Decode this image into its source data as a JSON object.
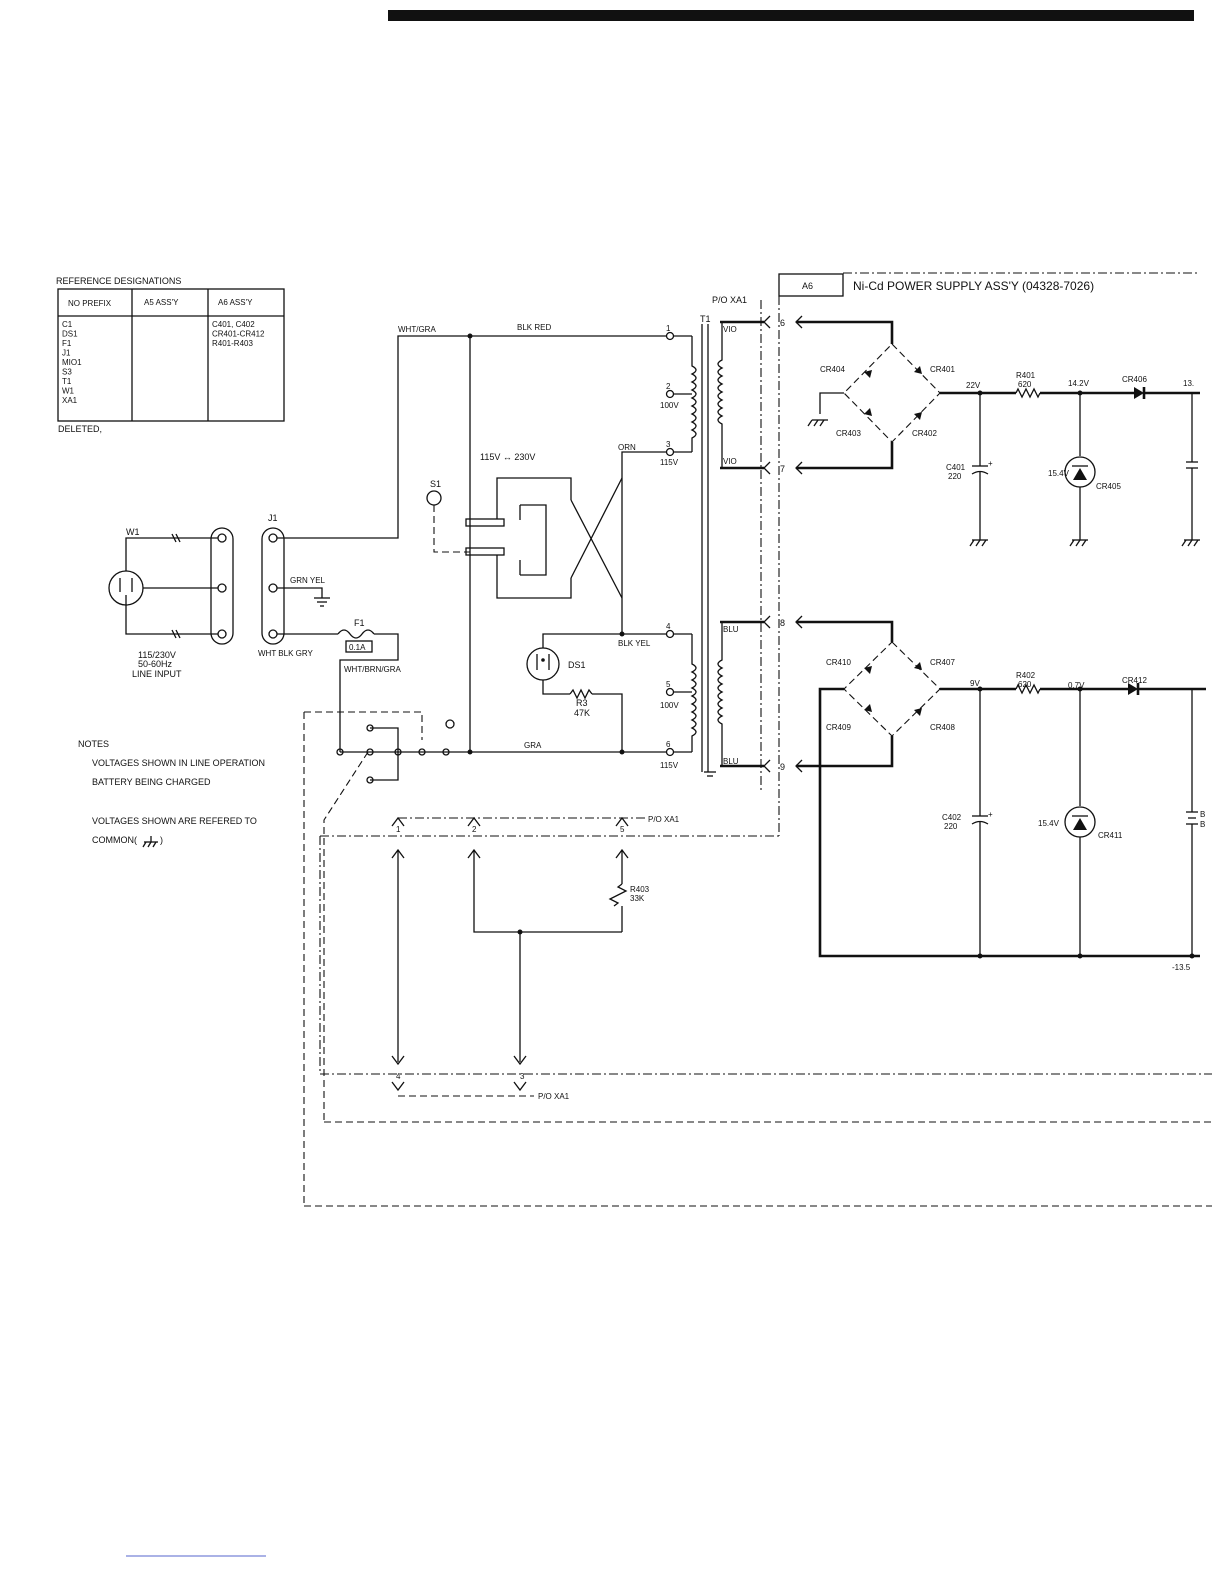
{
  "reference_designations": {
    "title": "REFERENCE DESIGNATIONS",
    "col_prefix": "NO PREFIX",
    "col_a5": "A5 ASS'Y",
    "col_a6": "A6 ASS'Y",
    "prefix_items": [
      "C1",
      "DS1",
      "F1",
      "J1",
      "MIO1",
      "S3",
      "T1",
      "W1",
      "XA1"
    ],
    "a6_items": [
      "C401, C402",
      "CR401-CR412",
      "R401-R403"
    ],
    "footer": "DELETED,"
  },
  "assembly": {
    "box_label": "A6",
    "title": "Ni-Cd POWER SUPPLY ASS'Y (04328-7026)",
    "connector_top": "P/O XA1"
  },
  "notes": {
    "heading": "NOTES",
    "line1": "VOLTAGES SHOWN IN LINE OPERATION",
    "line2": "BATTERY BEING CHARGED",
    "line3": "VOLTAGES SHOWN ARE REFERED TO",
    "line4": "COMMON("
  },
  "line_input": {
    "cord": "W1",
    "jack": "J1",
    "voltage": "115/230V",
    "freq": "50-60Hz",
    "caption": "LINE INPUT",
    "ground_wire": "GRN YEL",
    "wire_bundle": "WHT BLK GRY"
  },
  "fuse": {
    "ref": "F1",
    "rating": "0.1A",
    "wire": "WHT/BRN/GRA"
  },
  "switch": {
    "ref": "S1",
    "label": "115V ↔ 230V"
  },
  "lamp": {
    "ref": "DS1"
  },
  "resistor_r3": {
    "ref": "R3",
    "value": "47K"
  },
  "wires": {
    "wht_gra": "WHT/GRA",
    "blk_red": "BLK RED",
    "orn": "ORN",
    "blk_yel": "BLK YEL",
    "gra": "GRA"
  },
  "transformer": {
    "ref": "T1",
    "pins": [
      "1",
      "2",
      "3",
      "4",
      "5",
      "6"
    ],
    "pin2_v": "100V",
    "pin3_v": "115V",
    "pin5_v": "100V",
    "pin6_v": "115V",
    "sec_top_a": "VIO",
    "sec_top_b": "VIO",
    "sec_bot_a": "BLU",
    "sec_bot_b": "BLU"
  },
  "connector_pins": {
    "p6": "6",
    "p7": "7",
    "p8": "8",
    "p9": "9"
  },
  "upper_supply": {
    "diodes": [
      "CR404",
      "CR401",
      "CR403",
      "CR402"
    ],
    "v_bridge": "22V",
    "r401_ref": "R401",
    "r401_val": "620",
    "v_reg": "14.2V",
    "cr406": "CR406",
    "v_out": "13.",
    "c401_ref": "C401",
    "c401_val": "220",
    "zener_v": "15.4V",
    "zener_ref": "CR405"
  },
  "lower_supply": {
    "diodes": [
      "CR410",
      "CR407",
      "CR409",
      "CR408"
    ],
    "v_bridge": "9V",
    "r402_ref": "R402",
    "r402_val": "620",
    "v_reg": "0.7V",
    "cr412": "CR412",
    "c402_ref": "C402",
    "c402_val": "220",
    "zener_v": "15.4V",
    "zener_ref": "CR411",
    "battery_a": "B",
    "battery_b": "B",
    "v_neg": "-13.5"
  },
  "lower_connector": {
    "label_top": "P/O XA1",
    "label_bottom": "P/O XA1",
    "pins_top": [
      "1",
      "2",
      "5"
    ],
    "pins_bottom": [
      "4",
      "3"
    ],
    "r403_ref": "R403",
    "r403_val": "33K"
  }
}
